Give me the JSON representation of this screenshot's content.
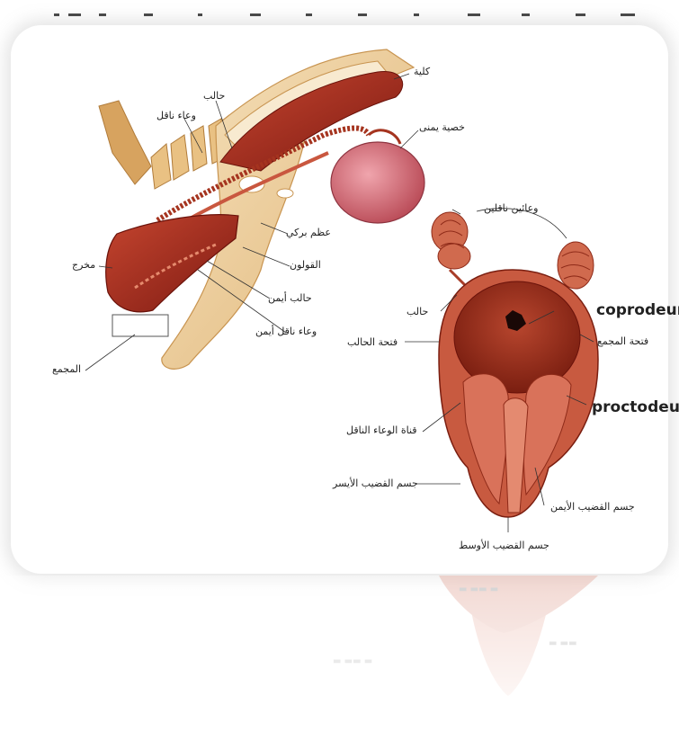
{
  "labels": {
    "kidney": "كلية",
    "right_testis": "خصية يمنى",
    "ureter": "حالب",
    "vas_deferens": "وعاء ناقل",
    "pelvic_bone": "عظم بركي",
    "cloaca": "القولون",
    "right_ureter": "حالب أيمن",
    "right_vas_deferens": "وعاء ناقل أيمن",
    "vent": "مخرج",
    "phallus": "المجمع",
    "ducts": "وعائين ناقلين",
    "ureter_2": "حالب",
    "ureter_opening": "فتحة الحالب",
    "urodeum_opening": "فتحة المجمع",
    "vas_papilla": "قناة الوعاء الناقل",
    "left_body": "جسم القضيب الأيسر",
    "right_body": "جسم القضيب الأيمن",
    "middle_body": "جسم القضيب الأوسط",
    "coprodeum": "coprodeum",
    "proctodeum": "proctodeum"
  },
  "colors": {
    "bone": "#f1d6a8",
    "bone_dark": "#d9a868",
    "organ": "#9e2a1f",
    "organ_light": "#c9573f",
    "testis": "#d9707a",
    "cloaca_inner": "#8e2a18"
  }
}
